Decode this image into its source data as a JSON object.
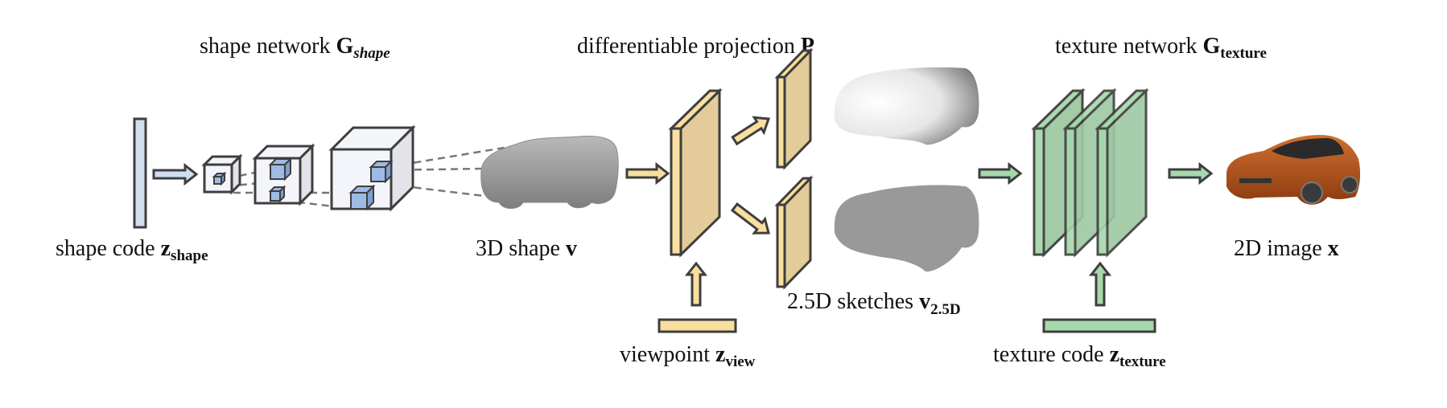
{
  "labels": {
    "shape_network": {
      "text": "shape network ",
      "var": "G",
      "sub": "shape"
    },
    "projection": {
      "text": "differentiable projection ",
      "var": "P"
    },
    "texture_network": {
      "text": "texture network ",
      "var": "G",
      "sub": "texture"
    },
    "shape_code": {
      "text": "shape code ",
      "var": "z",
      "sub": "shape"
    },
    "shape_3d": {
      "text": "3D shape ",
      "var": "v"
    },
    "sketches": {
      "text": "2.5D sketches ",
      "var": "v",
      "sub": "2.5D"
    },
    "viewpoint": {
      "text": "viewpoint ",
      "var": "z",
      "sub": "view"
    },
    "texture_code": {
      "text": "texture code ",
      "var": "z",
      "sub": "texture"
    },
    "image_2d": {
      "text": "2D image ",
      "var": "x"
    }
  },
  "colors": {
    "shape_blue": "#cfdff0",
    "cube_blue": "#9dbbe3",
    "proj_yellow": "#e3cc99",
    "proj_yellow_light": "#f9df9e",
    "texture_green": "#9ec9a2",
    "texture_green_light": "#a6d8ac",
    "stroke": "#3e3e3e",
    "car_orange": "#b4521c"
  }
}
